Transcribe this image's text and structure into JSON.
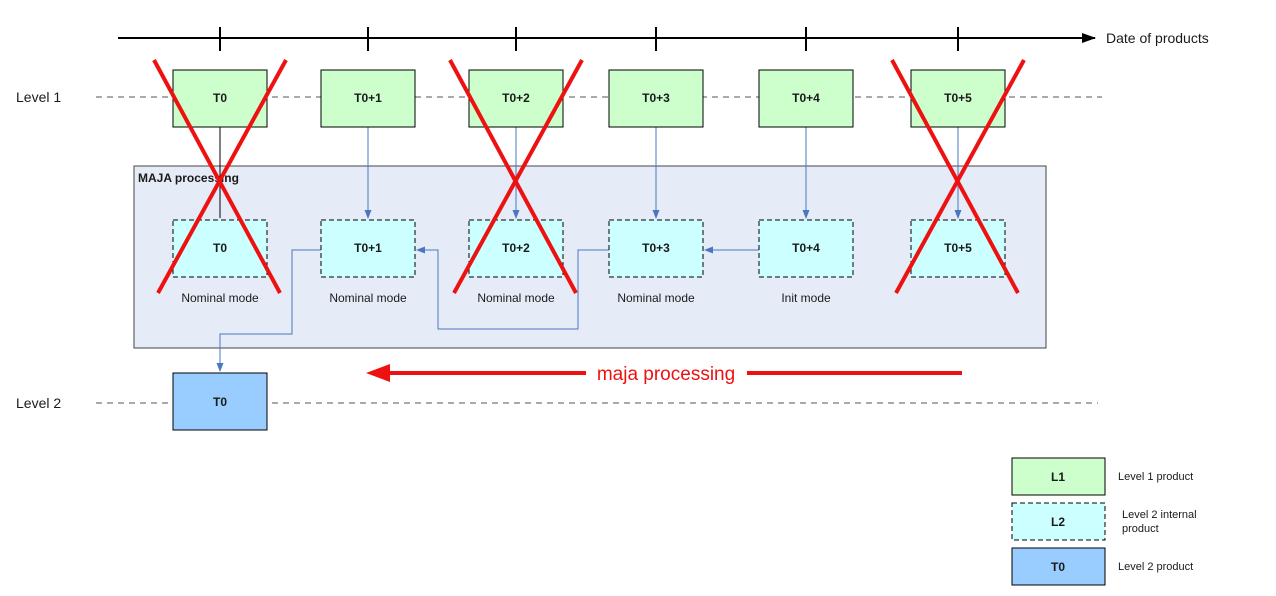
{
  "axis": {
    "label": "Date of  products"
  },
  "rows": {
    "level1": "Level 1",
    "level2": "Level 2"
  },
  "processing_box": {
    "title": "MAJA processing"
  },
  "level1_products": [
    {
      "label": "T0",
      "crossed": true
    },
    {
      "label": "T0+1",
      "crossed": false
    },
    {
      "label": "T0+2",
      "crossed": true
    },
    {
      "label": "T0+3",
      "crossed": false
    },
    {
      "label": "T0+4",
      "crossed": false
    },
    {
      "label": "T0+5",
      "crossed": true
    }
  ],
  "internal_products": [
    {
      "label": "T0",
      "mode": "Nominal mode",
      "crossed": true
    },
    {
      "label": "T0+1",
      "mode": "Nominal mode",
      "crossed": false
    },
    {
      "label": "T0+2",
      "mode": "Nominal mode",
      "crossed": true
    },
    {
      "label": "T0+3",
      "mode": "Nominal mode",
      "crossed": false
    },
    {
      "label": "T0+4",
      "mode": "Init mode",
      "crossed": false
    },
    {
      "label": "T0+5",
      "mode": "",
      "crossed": true
    }
  ],
  "level2_product": {
    "label": "T0"
  },
  "direction_arrow": {
    "label": "maja processing"
  },
  "legend": [
    {
      "box": "L1",
      "text_lines": [
        "Level 1 product"
      ],
      "style": "l1"
    },
    {
      "box": "L2",
      "text_lines": [
        "Level 2 internal",
        "product"
      ],
      "style": "l2"
    },
    {
      "box": "T0",
      "text_lines": [
        "Level 2 product"
      ],
      "style": "t0"
    }
  ],
  "colors": {
    "level1_fill": "#ccffcc",
    "internal_fill": "#ccffff",
    "level2_fill": "#99ccff",
    "processing_fill": "#e6ecf7",
    "flow_line": "#4a78c0",
    "cross": "#ee1111"
  }
}
